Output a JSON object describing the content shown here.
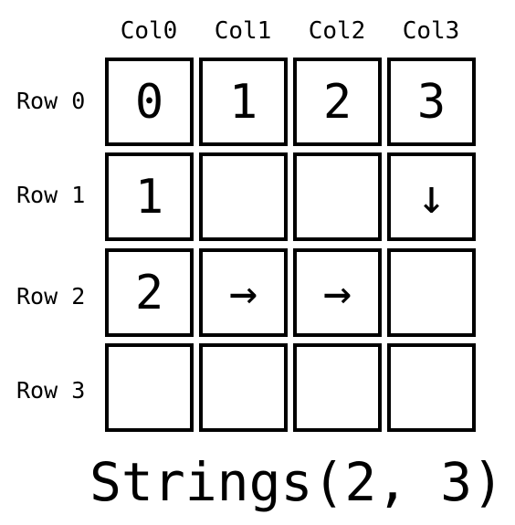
{
  "columns": [
    "Col0",
    "Col1",
    "Col2",
    "Col3"
  ],
  "rows": [
    "Row 0",
    "Row 1",
    "Row 2",
    "Row 3"
  ],
  "grid": [
    [
      "0",
      "1",
      "2",
      "3"
    ],
    [
      "1",
      "",
      "",
      "↓"
    ],
    [
      "2",
      "→",
      "→",
      ""
    ],
    [
      "",
      "",
      "",
      ""
    ]
  ],
  "caption": "Strings(2, 3)"
}
